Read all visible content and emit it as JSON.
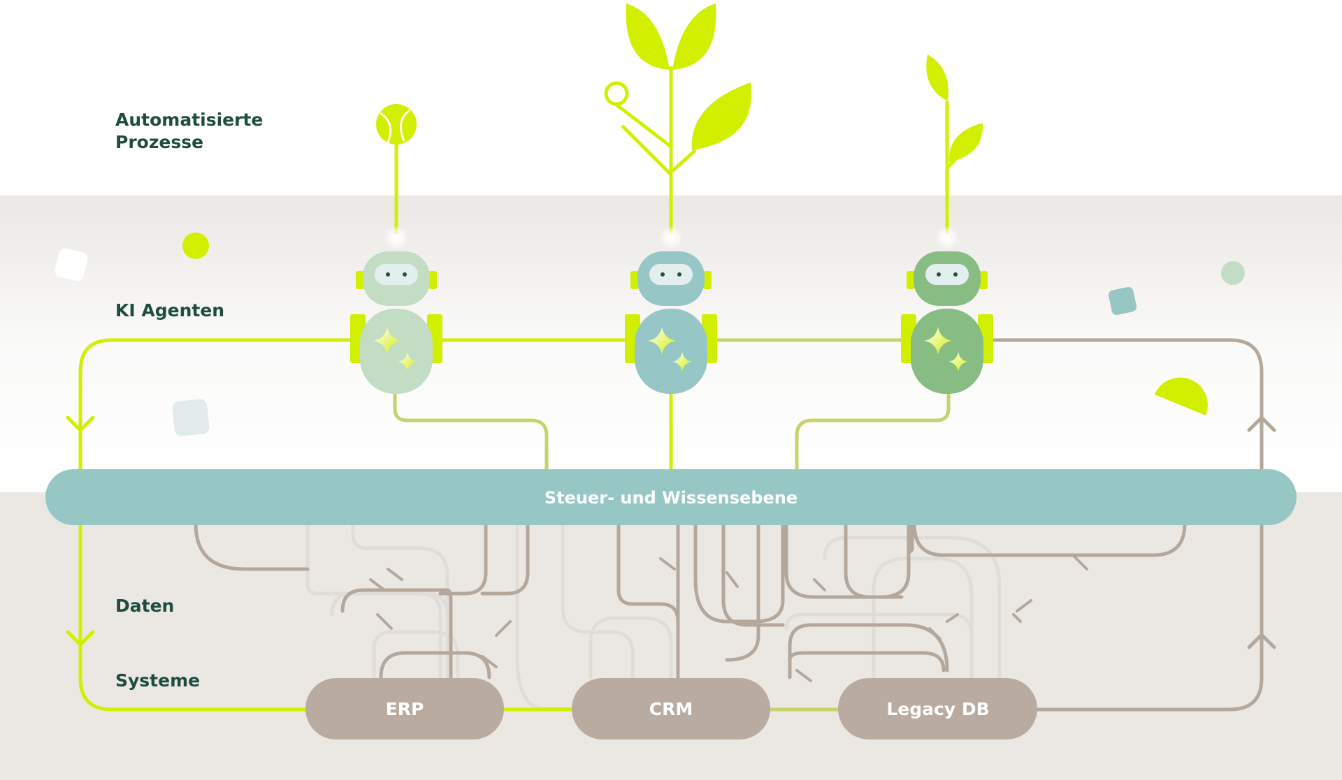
{
  "layers": {
    "processes": "Automatisierte\nProzesse",
    "processes_line1": "Automatisierte",
    "processes_line2": "Prozesse",
    "agents": "KI Agenten",
    "data": "Daten",
    "systems": "Systeme"
  },
  "control_layer": {
    "label": "Steuer- und Wissensebene"
  },
  "systems": [
    "ERP",
    "CRM",
    "Legacy DB"
  ],
  "colors": {
    "lime": "#d2ef00",
    "teal_bar": "#96c7c5",
    "system_box": "#b9aba0",
    "label_text": "#1e4d40",
    "bg_gray": "#ebe8e4",
    "agent_1": "#c3dcc4",
    "agent_2": "#96c7c6",
    "agent_3": "#87bc83"
  },
  "icons": {
    "robot": "robot-agent-icon",
    "sparkle": "sparkle-icon",
    "plant": "plant-sprout-icon",
    "ball": "tennis-ball-icon",
    "arrow": "chevron-arrow-icon"
  }
}
